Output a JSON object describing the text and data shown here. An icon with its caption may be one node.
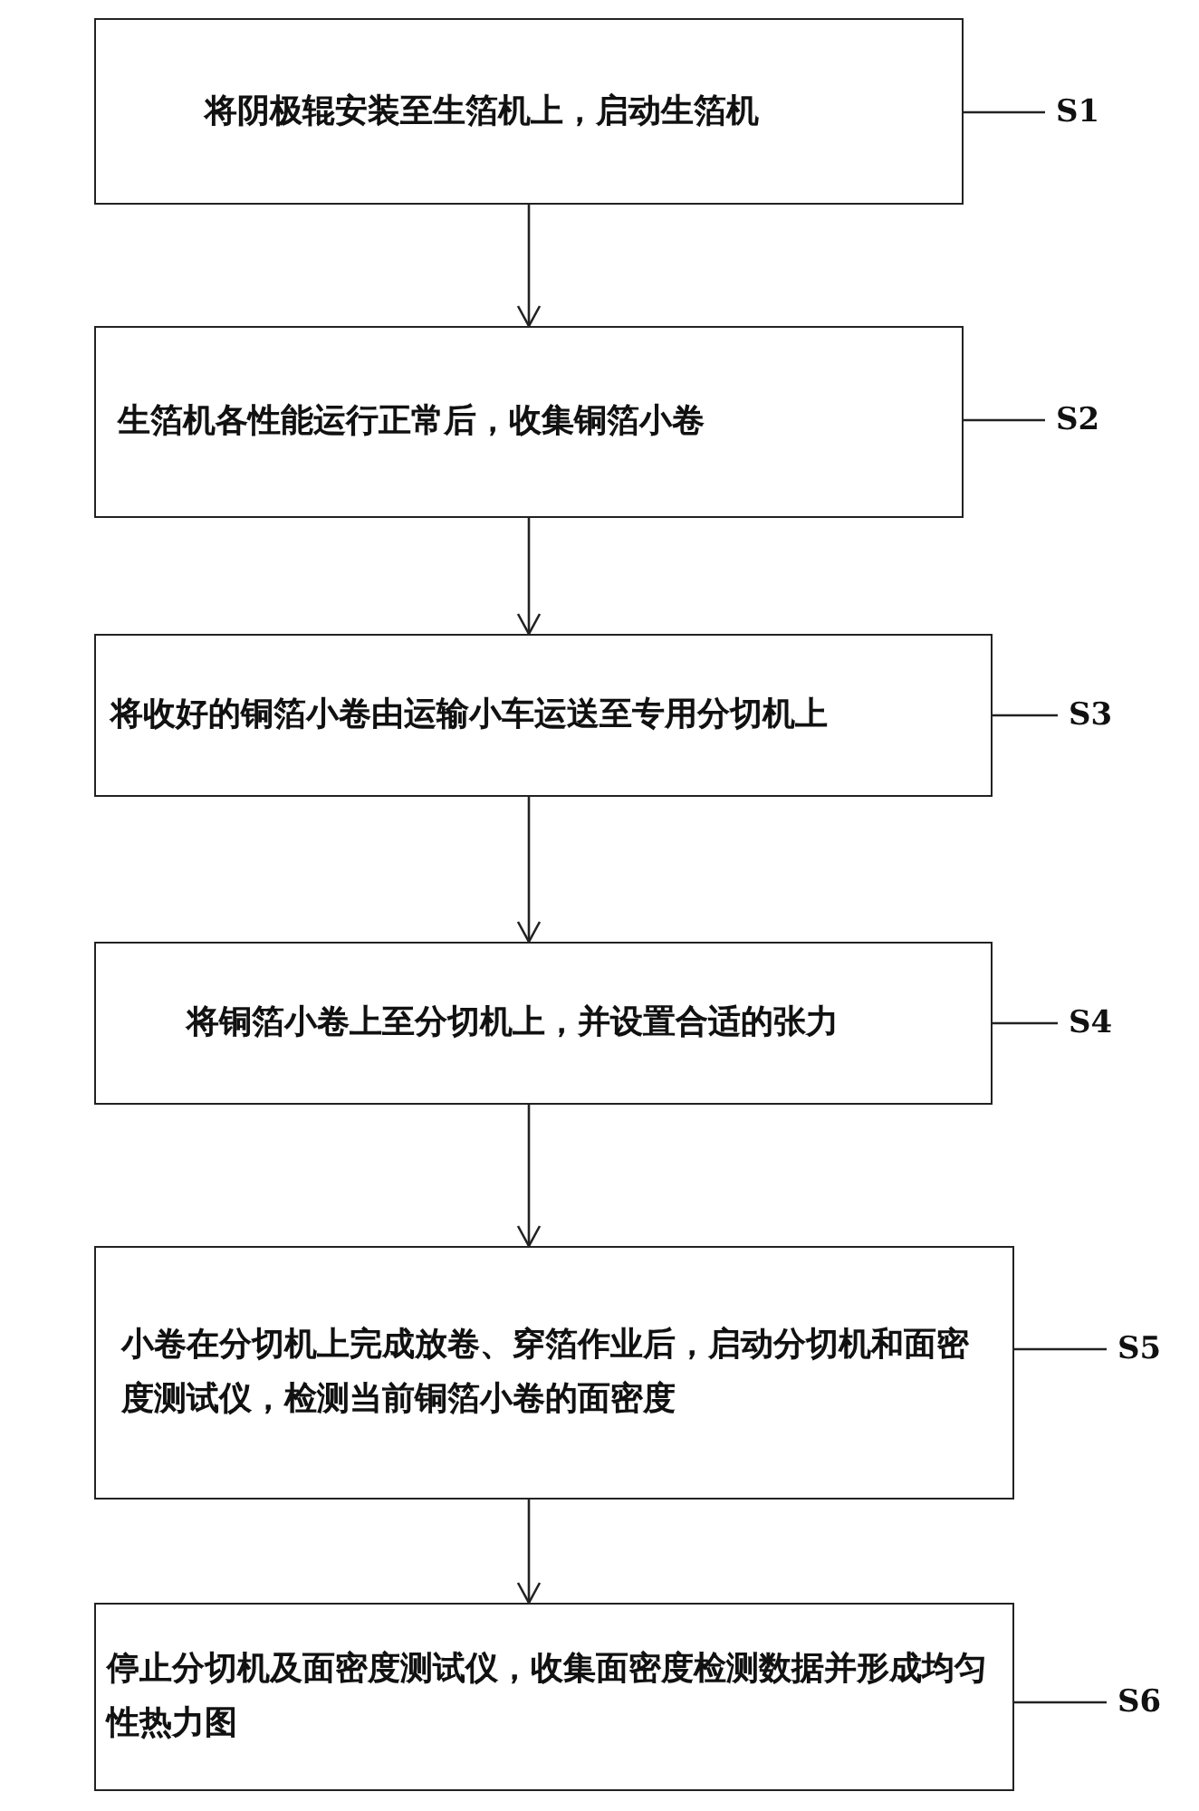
{
  "diagram": {
    "nodes": [
      {
        "text": [
          "将阴极辊安装至生箔机上，启动生箔机"
        ]
      },
      {
        "text": [
          "生箔机各性能运行正常后，收集铜箔小卷"
        ]
      },
      {
        "text": [
          "将收好的铜箔小卷由运输小车运送至专用分切机上"
        ]
      },
      {
        "text": [
          "将铜箔小卷上至分切机上，并设置合适的张力"
        ]
      },
      {
        "text": [
          "小卷在分切机上完成放卷、穿箔作业后，启动分切机和面密度测试仪，检测当前铜箔小卷的面密度"
        ]
      },
      {
        "text": [
          "停止分切机及面密度测试仪，收集面密度检测数据并形成均匀性热力图"
        ]
      },
      {
        "text": [
          "S1"
        ]
      },
      {
        "text": [
          "S2"
        ]
      },
      {
        "text": [
          "S3"
        ]
      },
      {
        "text": [
          "S4"
        ]
      },
      {
        "text": [
          "S5"
        ]
      },
      {
        "text": [
          "S6"
        ]
      }
    ],
    "edges": [
      {
        "from": 0,
        "to": 1,
        "arrow": "to"
      },
      {
        "from": 1,
        "to": 2,
        "arrow": "to"
      },
      {
        "from": 2,
        "to": 3,
        "arrow": "to"
      },
      {
        "from": 3,
        "to": 4,
        "arrow": "to"
      },
      {
        "from": 4,
        "to": 5,
        "arrow": "to"
      },
      {
        "from": 6,
        "to": 0,
        "arrow": "none"
      },
      {
        "from": 7,
        "to": 1,
        "arrow": "none"
      },
      {
        "from": 8,
        "to": 2,
        "arrow": "none"
      },
      {
        "from": 9,
        "to": 3,
        "arrow": "none"
      },
      {
        "from": 10,
        "to": 4,
        "arrow": "none"
      },
      {
        "from": 11,
        "to": 5,
        "arrow": "none"
      }
    ]
  }
}
